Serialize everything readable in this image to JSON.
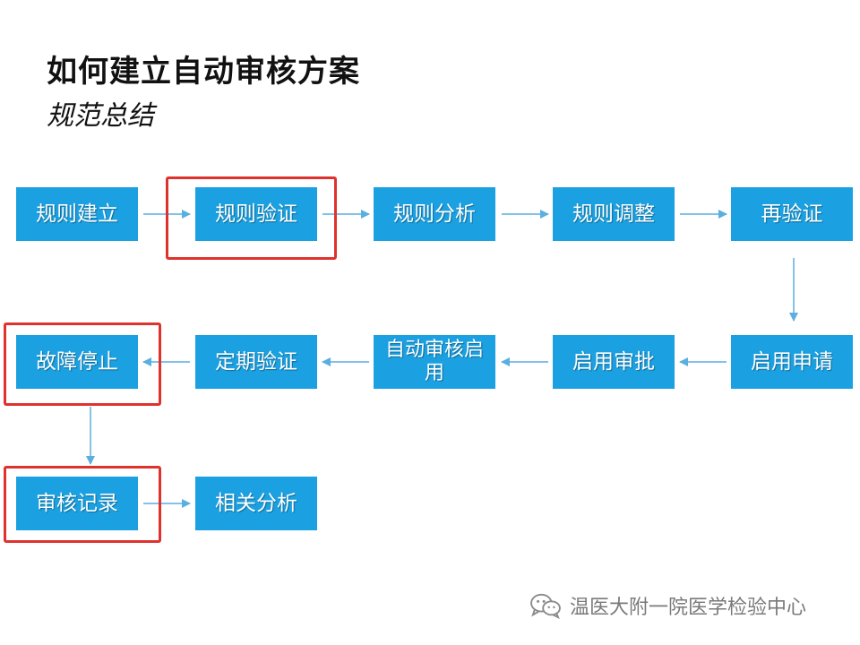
{
  "header": {
    "title": "如何建立自动审核方案",
    "subtitle": "规范总结"
  },
  "flow": {
    "row1": [
      "规则建立",
      "规则验证",
      "规则分析",
      "规则调整",
      "再验证"
    ],
    "row2": [
      "启用申请",
      "启用审批",
      "自动审核启用",
      "定期验证",
      "故障停止"
    ],
    "row3": [
      "审核记录",
      "相关分析"
    ],
    "highlighted": [
      "规则验证",
      "故障停止",
      "审核记录"
    ]
  },
  "watermark": {
    "text": "温医大附一院医学检验中心",
    "icon": "wechat-icon"
  },
  "colors": {
    "box": "#1ba1e2",
    "arrow": "#5aaee0",
    "highlight": "#e0322d"
  }
}
